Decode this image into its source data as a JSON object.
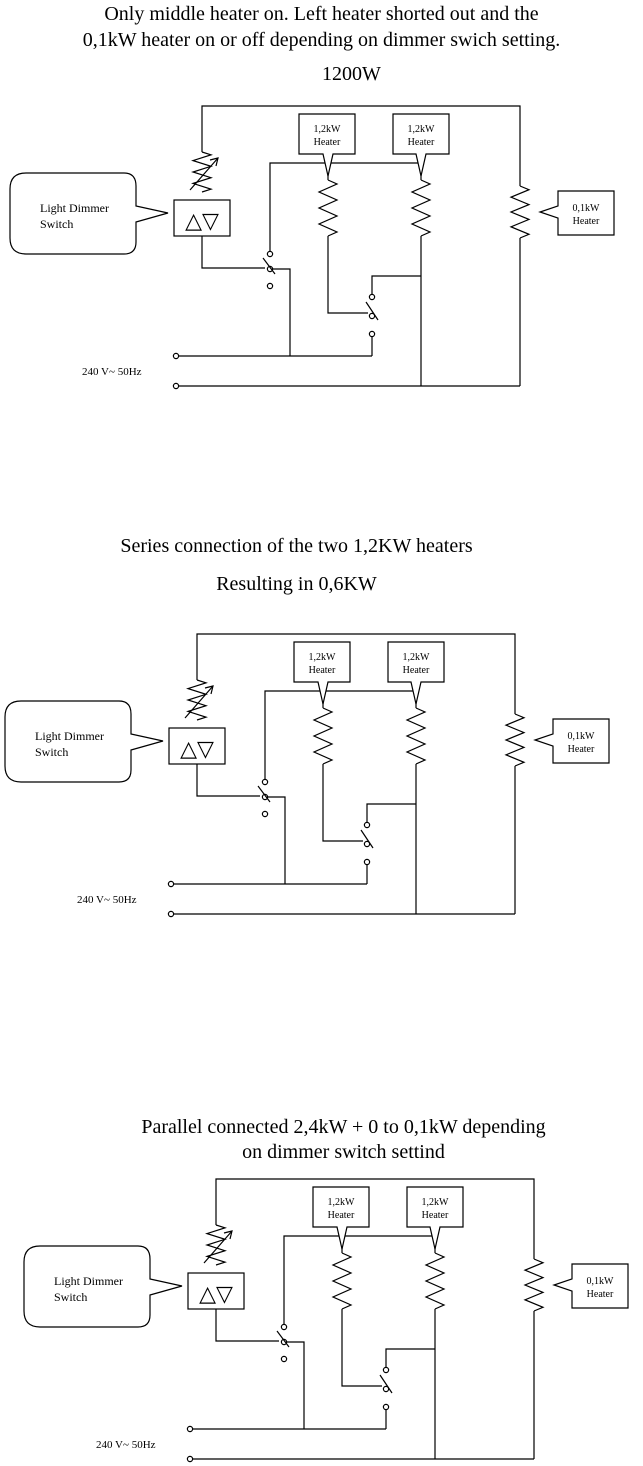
{
  "diagrams": [
    {
      "title_line1": "Only middle heater on. Left heater shorted out and the",
      "title_line2": "0,1kW heater on or off depending on dimmer swich  setting.",
      "power": "1200W"
    },
    {
      "title_line1": "Series connection of the two 1,2KW heaters",
      "title_line2": "Resulting in 0,6KW"
    },
    {
      "title_line1": "Parallel connected 2,4kW + 0 to 0,1kW depending",
      "title_line2": "on dimmer switch settind"
    }
  ],
  "labels": {
    "dimmer_line1": "Light Dimmer",
    "dimmer_line2": "Switch",
    "heater_big_1": "1,2kW",
    "heater_big_2": "Heater",
    "heater_small_1": "0,1kW",
    "heater_small_2": "Heater",
    "supply": "240 V~ 50Hz",
    "dimmer_symbol": "△▽"
  }
}
